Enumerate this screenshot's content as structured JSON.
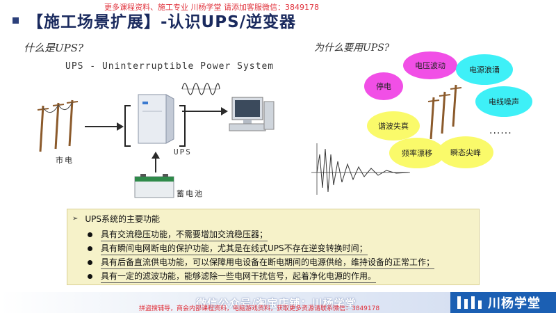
{
  "header": {
    "watermark": "更多课程资料、施工专业 川杨学堂   请添加客服微信：3849178",
    "title": "【施工场景扩展】-认识UPS/逆变器"
  },
  "left_diagram": {
    "question": "什么是UPS?",
    "ups_full": "UPS - Uninterruptible Power System",
    "grid_label": "市电",
    "ups_label": "UPS",
    "battery_label": "蓄电池"
  },
  "right_diagram": {
    "question": "为什么要用UPS?",
    "problems": [
      "电压波动",
      "电源浪涌",
      "停电",
      "电线噪声",
      "谐波失真",
      "频率漂移",
      "瞬态尖峰"
    ],
    "ellipsis": "......"
  },
  "functions": {
    "heading": "UPS系统的主要功能",
    "items": [
      "具有交流稳压功能，不需要增加交流稳压器；",
      "具有瞬间电网断电的保护功能，尤其是在线式UPS不存在逆变转换时间；",
      "具有后备直流供电功能，可以保障用电设备在断电期间的电源供给，维持设备的正常工作；",
      "具有一定的滤波功能，能够滤除一些电网干扰信号，起着净化电源的作用。"
    ]
  },
  "footer": {
    "center_text": "微信公众号/淘宝店铺：川杨学堂",
    "red_note": "拼盗搜辅导，商会内部课程资料，电脑游戏资料，获取更多资源请联系微信：3849178",
    "logo_text": "川杨学堂"
  },
  "colors": {
    "title": "#1a2a5e",
    "magenta": "#f14fe6",
    "cyan": "#3ef0f7",
    "yellow": "#fafa6a",
    "func_bg": "#f6f2c9",
    "logo_bg": "#1b5fb3"
  }
}
